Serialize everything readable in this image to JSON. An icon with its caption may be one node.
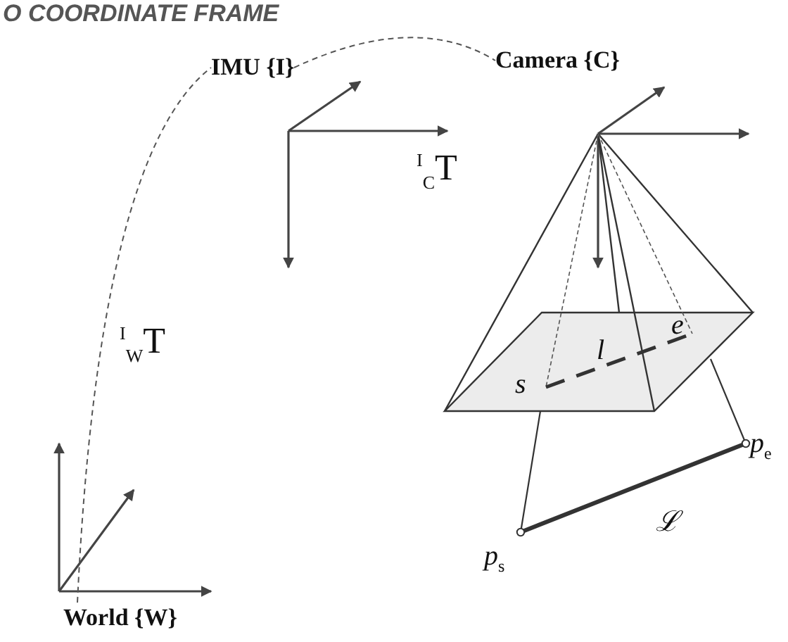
{
  "diagram": {
    "title": "O COORDINATE FRAME",
    "nodes": [
      {
        "text": [
          "IMU {I}"
        ]
      },
      {
        "text": [
          "Camera {C}"
        ]
      },
      {
        "text": [
          "World {W}"
        ]
      }
    ],
    "edges": [
      {
        "from": 2,
        "to": 0,
        "arrow": "none",
        "style": "dashed",
        "label": "$^{I}$$_{W}$T"
      },
      {
        "from": 0,
        "to": 1,
        "arrow": "none",
        "style": "dashed",
        "label": "$^{I}$$_{C}$T"
      }
    ],
    "labels": [
      "l",
      "e",
      "s",
      "p$_{e}$",
      "ℒ",
      "p$_{s}$"
    ]
  }
}
